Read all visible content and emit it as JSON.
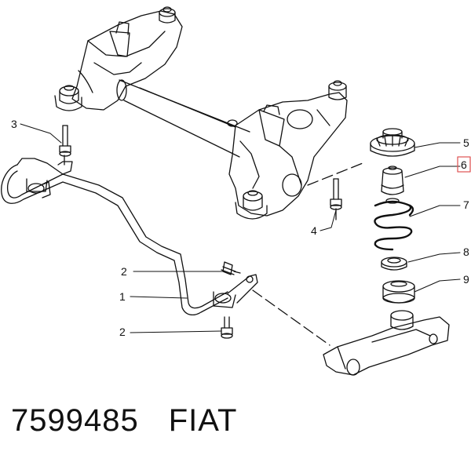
{
  "callouts": {
    "c1": "1",
    "c2a": "2",
    "c2b": "2",
    "c3": "3",
    "c4": "4",
    "c5": "5",
    "c6": "6",
    "c7": "7",
    "c8": "8",
    "c9": "9"
  },
  "caption": {
    "part_number": "7599485",
    "brand": "FIAT"
  },
  "colors": {
    "line": "#111111",
    "highlight_box": "#e05a5a"
  }
}
